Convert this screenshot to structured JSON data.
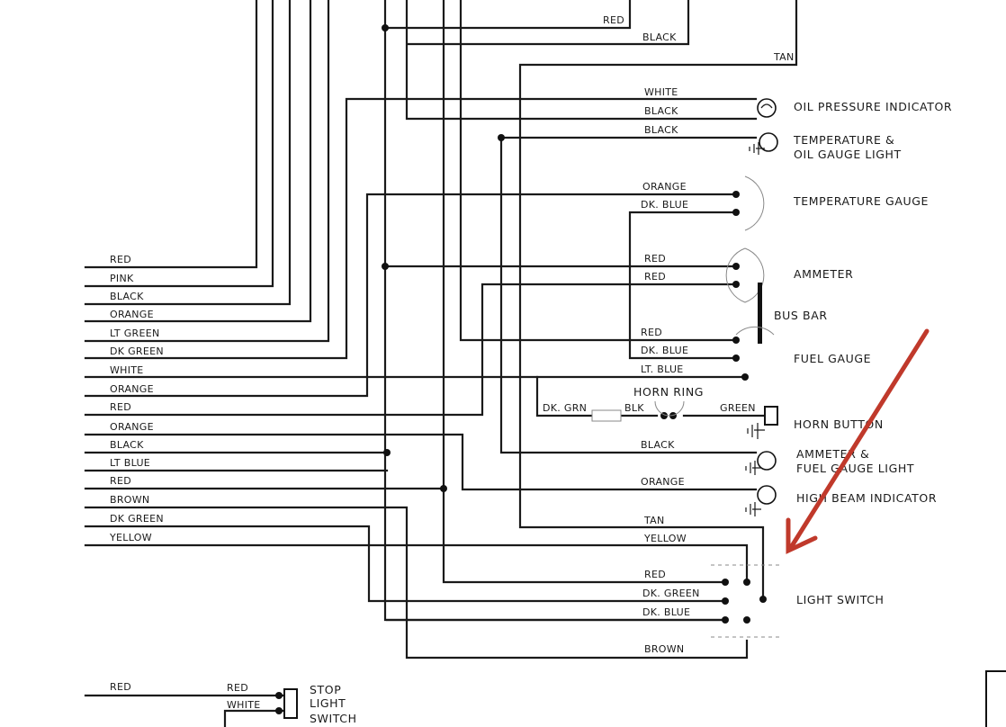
{
  "left_harness": [
    "RED",
    "PINK",
    "BLACK",
    "ORANGE",
    "LT GREEN",
    "DK GREEN",
    "WHITE",
    "ORANGE",
    "RED",
    "ORANGE",
    "BLACK",
    "LT BLUE",
    "RED",
    "BROWN",
    "DK GREEN",
    "YELLOW"
  ],
  "top_wires": {
    "red": "RED",
    "black": "BLACK",
    "tan": "TAN"
  },
  "oil_pressure": {
    "label": "OIL PRESSURE INDICATOR",
    "wire1": "WHITE",
    "wire2": "BLACK"
  },
  "temp_oil_light": {
    "label_line1": "TEMPERATURE &",
    "label_line2": "OIL GAUGE LIGHT",
    "wire": "BLACK"
  },
  "temp_gauge": {
    "label": "TEMPERATURE GAUGE",
    "wire1": "ORANGE",
    "wire2": "DK. BLUE"
  },
  "ammeter": {
    "label": "AMMETER",
    "wire1": "RED",
    "wire2": "RED"
  },
  "bus_bar": {
    "label": "BUS BAR"
  },
  "fuel_gauge": {
    "label": "FUEL GAUGE",
    "wire1": "RED",
    "wire2": "DK. BLUE",
    "wire3": "LT. BLUE"
  },
  "horn": {
    "ring_label": "HORN RING",
    "button_label": "HORN BUTTON",
    "wire_left": "DK. GRN",
    "wire_mid": "BLK",
    "wire_right": "GREEN"
  },
  "ammeter_fuel_light": {
    "label_line1": "AMMETER &",
    "label_line2": "FUEL GAUGE LIGHT",
    "wire": "BLACK"
  },
  "high_beam": {
    "label": "HIGH BEAM INDICATOR",
    "wire": "ORANGE"
  },
  "light_switch": {
    "label": "LIGHT SWITCH",
    "wires": [
      "TAN",
      "YELLOW",
      "RED",
      "DK. GREEN",
      "DK. BLUE",
      "BROWN"
    ]
  },
  "stop_light": {
    "label_line1": "STOP",
    "label_line2": "LIGHT",
    "label_line3": "SWITCH",
    "left_wire": "RED",
    "wire1": "RED",
    "wire2": "WHITE"
  },
  "colors": {
    "ink": "#1a1a1a",
    "arrow": "#c0392b"
  }
}
